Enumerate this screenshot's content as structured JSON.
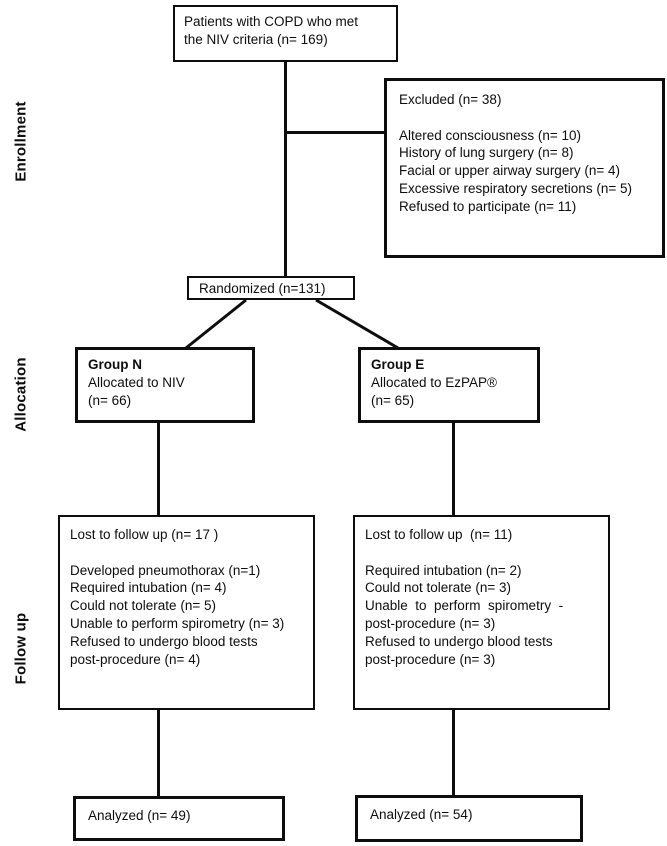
{
  "diagram": {
    "stage_labels": {
      "enrollment": "Enrollment",
      "allocation": "Allocation",
      "followup": "Follow up"
    },
    "boxes": {
      "patients": {
        "lines": [
          "Patients with COPD who met",
          "the NIV criteria (n= 169)"
        ]
      },
      "excluded": {
        "lines": [
          "Excluded (n= 38)",
          "",
          "Altered consciousness (n= 10)",
          "History of lung surgery (n= 8)",
          "Facial or upper airway surgery (n= 4)",
          "Excessive respiratory secretions (n= 5)",
          "Refused to participate (n= 11)"
        ]
      },
      "randomized": {
        "label": "Randomized (n=131)"
      },
      "group_n": {
        "title": "Group N",
        "lines": [
          "Allocated to NIV",
          "(n= 66)"
        ]
      },
      "group_e": {
        "title": "Group E",
        "lines": [
          "Allocated to EzPAP®",
          "(n= 65)"
        ]
      },
      "lost_n": {
        "lines": [
          "Lost to follow up (n= 17 )",
          "",
          "Developed pneumothorax (n=1)",
          "Required intubation (n= 4)",
          "Could not tolerate (n= 5)",
          "Unable to perform spirometry (n= 3)",
          "Refused to undergo blood tests",
          "post-procedure (n= 4)"
        ]
      },
      "lost_e": {
        "lines": [
          "Lost to follow up  (n= 11)",
          "",
          "Required intubation (n= 2)",
          "Could not tolerate (n= 3)",
          "Unable  to  perform  spirometry  -",
          "post-procedure (n= 3)",
          "Refused to undergo blood tests",
          "post-procedure (n= 3)"
        ]
      },
      "analyzed_n": {
        "label": "Analyzed (n= 49)"
      },
      "analyzed_e": {
        "label": "Analyzed (n= 54)"
      }
    },
    "colors": {
      "line": "#0d0d0d",
      "background": "#ffffff",
      "text": "#0d0d0d"
    }
  }
}
